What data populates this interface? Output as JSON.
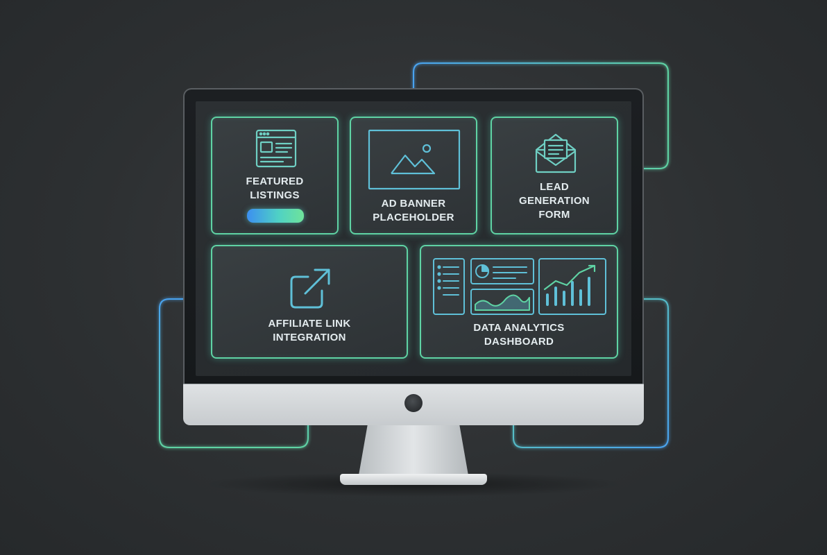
{
  "cards": {
    "featured": {
      "label": "FEATURED\nLISTINGS",
      "icon": "webpage-listing-icon",
      "has_bar": true
    },
    "ad_banner": {
      "label": "AD BANNER\nPLACEHOLDER",
      "icon": "image-placeholder-icon"
    },
    "lead_form": {
      "label": "LEAD\nGENERATION\nFORM",
      "icon": "envelope-form-icon"
    },
    "affiliate": {
      "label": "AFFILIATE LINK\nINTEGRATION",
      "icon": "external-link-icon"
    },
    "analytics": {
      "label": "DATA ANALYTICS\nDASHBOARD",
      "icon": "analytics-dashboard-icon"
    }
  },
  "colors": {
    "background": "#2d3032",
    "accent_green": "#5fd3a4",
    "accent_blue": "#4aa3f0",
    "label_text": "#e4ecef"
  }
}
